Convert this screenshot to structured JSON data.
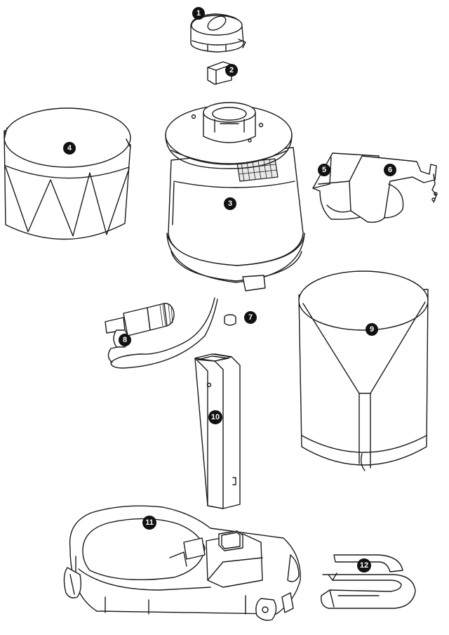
{
  "parts": [
    {
      "id": "part-1",
      "label": "1"
    },
    {
      "id": "part-2",
      "label": "2"
    },
    {
      "id": "part-3",
      "label": "3"
    },
    {
      "id": "part-4",
      "label": "4"
    },
    {
      "id": "part-5",
      "label": "5"
    },
    {
      "id": "part-6",
      "label": "6"
    },
    {
      "id": "part-7",
      "label": "7"
    },
    {
      "id": "part-8",
      "label": "8"
    },
    {
      "id": "part-9",
      "label": "9"
    },
    {
      "id": "part-10",
      "label": "10"
    },
    {
      "id": "part-11",
      "label": "11"
    },
    {
      "id": "part-12",
      "label": "12"
    }
  ],
  "colors": {
    "line": "#1a1a1a",
    "badge": "#111111",
    "badge_text": "#ffffff",
    "shade": "#e9e9e9"
  }
}
